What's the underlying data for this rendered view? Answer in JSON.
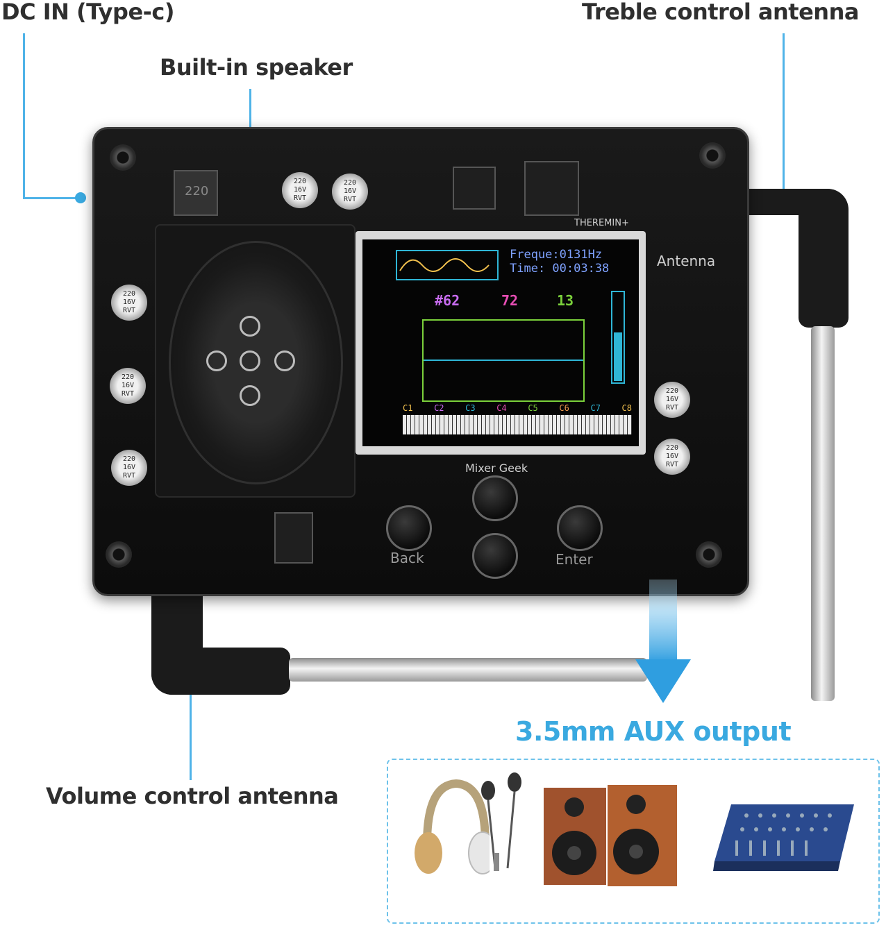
{
  "callouts": {
    "dc_in": "DC IN (Type-c)",
    "treble": "Treble control antenna",
    "speaker": "Built-in speaker",
    "volume": "Volume control antenna",
    "aux": "3.5mm AUX output"
  },
  "screen": {
    "freq": "Freque:0131Hz",
    "time": "Time: 00:03:38",
    "val1": "#62",
    "val2": "72",
    "val3": "13",
    "notes": [
      "C1",
      "C2",
      "C3",
      "C4",
      "C5",
      "C6",
      "C7",
      "C8"
    ]
  },
  "silkscreen": {
    "antenna": "Antenna",
    "mixer": "Mixer Geek",
    "back": "Back",
    "enter": "Enter",
    "theremin": "THEREMIN+",
    "inductor": "220",
    "cap_label": "220 16V RVT"
  },
  "devices": [
    "headphones-icon",
    "earphones-icon",
    "speakers-icon",
    "mixer-console-icon"
  ],
  "colors": {
    "accent": "#3aa9e0",
    "label": "#2f2f2f",
    "board": "#111111"
  }
}
